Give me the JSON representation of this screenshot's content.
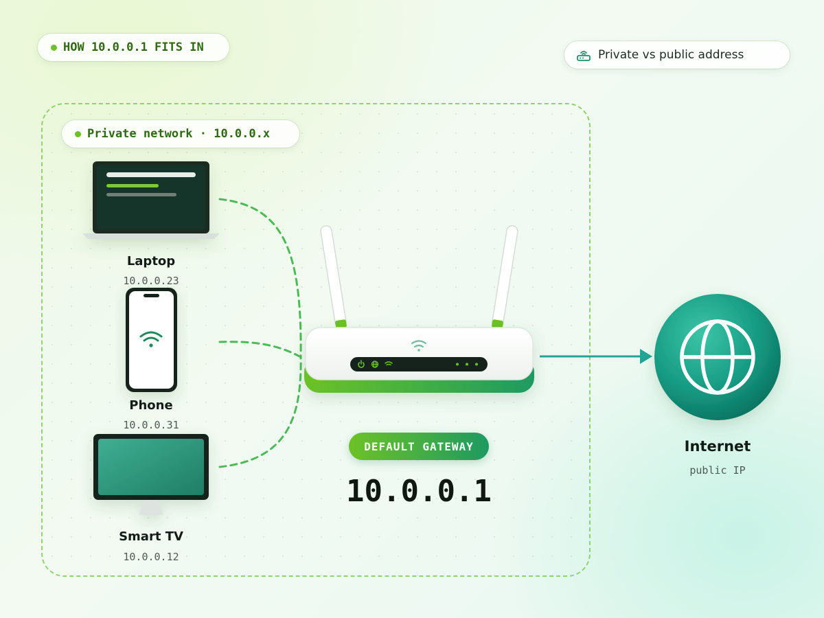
{
  "header": {
    "section_tag": "HOW 10.0.0.1 FITS IN",
    "topic_chip": "Private vs public address"
  },
  "network": {
    "label": "Private network · 10.0.0.x"
  },
  "devices": [
    {
      "name": "Laptop",
      "ip": "10.0.0.23"
    },
    {
      "name": "Phone",
      "ip": "10.0.0.31"
    },
    {
      "name": "Smart TV",
      "ip": "10.0.0.12"
    }
  ],
  "router": {
    "badge": "DEFAULT GATEWAY",
    "ip": "10.0.0.1"
  },
  "internet": {
    "label": "Internet",
    "sublabel": "public IP"
  },
  "colors": {
    "accent_green": "#6cc226",
    "accent_teal": "#1e9a62",
    "link_teal": "#22a597"
  }
}
